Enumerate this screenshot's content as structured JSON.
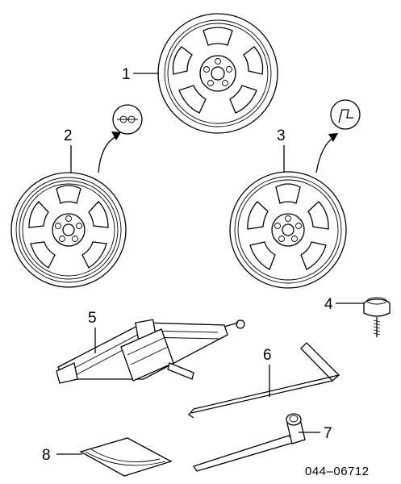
{
  "diagram": {
    "parts": [
      {
        "number": "1",
        "part": "steel-wheel"
      },
      {
        "number": "2",
        "part": "alloy-wheel"
      },
      {
        "number": "3",
        "part": "alloy-wheel-alt"
      },
      {
        "number": "4",
        "part": "hub-cap-ornament"
      },
      {
        "number": "5",
        "part": "scissor-jack"
      },
      {
        "number": "6",
        "part": "jack-handle"
      },
      {
        "number": "7",
        "part": "lug-wrench"
      },
      {
        "number": "8",
        "part": "tool-bag"
      }
    ],
    "drawing_code": "044–06712"
  }
}
